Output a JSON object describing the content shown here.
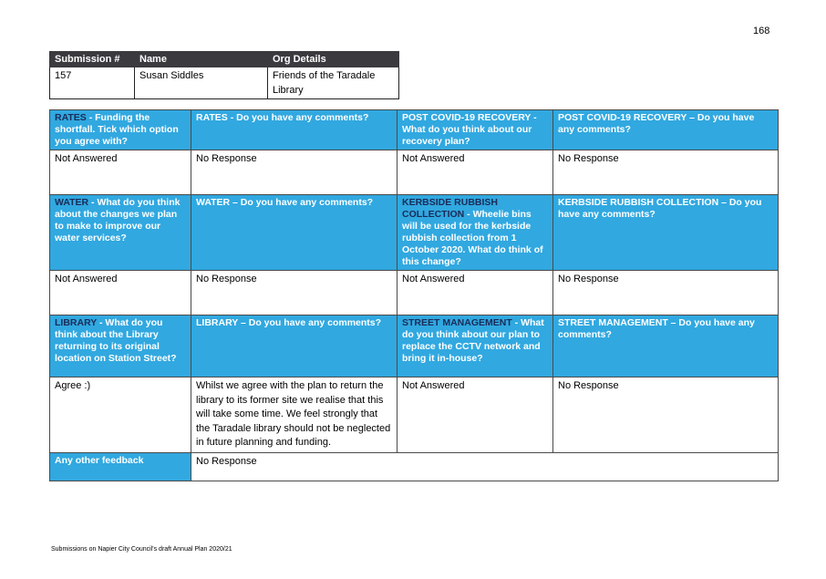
{
  "page_number": "168",
  "submission": {
    "headers": [
      "Submission #",
      "Name",
      "Org Details"
    ],
    "number": "157",
    "name": "Susan Siddles",
    "org_line1": "Friends of the Taradale",
    "org_line2": "Library"
  },
  "rows": [
    {
      "questions": [
        {
          "lead": "RATES",
          "text": " - Funding the shortfall. Tick which option you agree with?"
        },
        {
          "lead": "",
          "text": "RATES - Do you have any comments?"
        },
        {
          "lead": "",
          "text": "POST COVID-19 RECOVERY - What do you think about our recovery plan?"
        },
        {
          "lead": "",
          "text": "POST COVID-19 RECOVERY – Do you have any comments?"
        }
      ],
      "answers": [
        "Not Answered",
        "No Response",
        "Not Answered",
        "No Response"
      ]
    },
    {
      "questions": [
        {
          "lead": "WATER",
          "text": " - What do you think about the changes we plan to make to improve our water services?"
        },
        {
          "lead": "",
          "text": "WATER – Do you have any comments?"
        },
        {
          "lead": "KERBSIDE RUBBISH COLLECTION",
          "text": " - Wheelie bins will be used for the kerbside rubbish collection from 1 October 2020. What do think of this change?"
        },
        {
          "lead": "",
          "text": "KERBSIDE RUBBISH COLLECTION – Do you have any comments?"
        }
      ],
      "answers": [
        "Not Answered",
        "No Response",
        "Not Answered",
        "No Response"
      ]
    },
    {
      "questions": [
        {
          "lead": "LIBRARY",
          "text": " - What do you think about the Library returning to its original location on Station Street?"
        },
        {
          "lead": "",
          "text": "LIBRARY – Do you have any comments?"
        },
        {
          "lead": "STREET MANAGEMENT",
          "text": " - What do you think about our plan to replace the CCTV network and bring it in-house?"
        },
        {
          "lead": "",
          "text": "STREET MANAGEMENT – Do you have any comments?"
        }
      ],
      "answers": [
        "Agree :)",
        "Whilst we agree with the plan to return the library to its former site we realise that this will take some time.  We feel strongly that the Taradale library should not be neglected in future planning and funding.",
        "Not Answered",
        "No Response"
      ]
    }
  ],
  "other_feedback": {
    "label": "Any other feedback",
    "answer": "No Response"
  },
  "footer": "Submissions on Napier City Council's draft Annual Plan 2020/21",
  "colors": {
    "question_bg": "#31a8e0",
    "lead_text": "#1a2b57",
    "header_bg": "#3a3a3f"
  }
}
